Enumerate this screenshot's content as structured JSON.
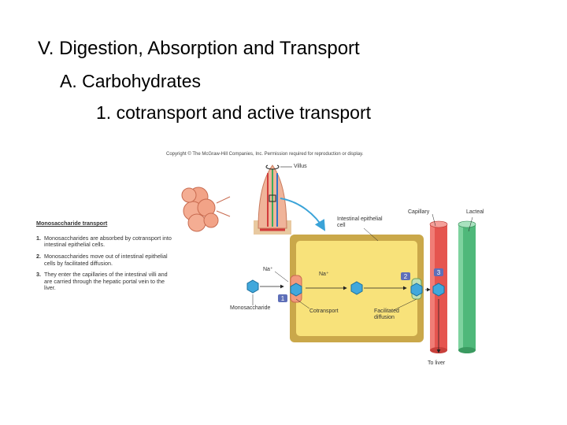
{
  "heading": {
    "line1": "V. Digestion, Absorption and Transport",
    "line2": "A. Carbohydrates",
    "line3": "1. cotransport and active transport"
  },
  "figure": {
    "copyright": "Copyright © The McGraw-Hill Companies, Inc. Permission required for reproduction or display.",
    "legend_title": "Monosaccharide transport",
    "steps": [
      {
        "num": "1.",
        "text": "Monosaccharides are absorbed by cotransport into intestinal epithelial cells."
      },
      {
        "num": "2.",
        "text": "Monosaccharides move out of intestinal epithelial cells by facilitated diffusion."
      },
      {
        "num": "3.",
        "text": "They enter the capillaries of the intestinal villi and are carried through the hepatic portal vein to the liver."
      }
    ],
    "labels": {
      "villus": "Villus",
      "intestinal_cell": "Intestinal epithelial cell",
      "capillary": "Capillary",
      "lacteal": "Lacteal",
      "na_outside": "Na⁺",
      "na_inside": "Na⁺",
      "monosaccharide": "Monosaccharide",
      "cotransport": "Cotransport",
      "facilitated": "Facilitated diffusion",
      "to_liver": "To liver"
    },
    "badges": [
      "1",
      "2",
      "3"
    ]
  }
}
